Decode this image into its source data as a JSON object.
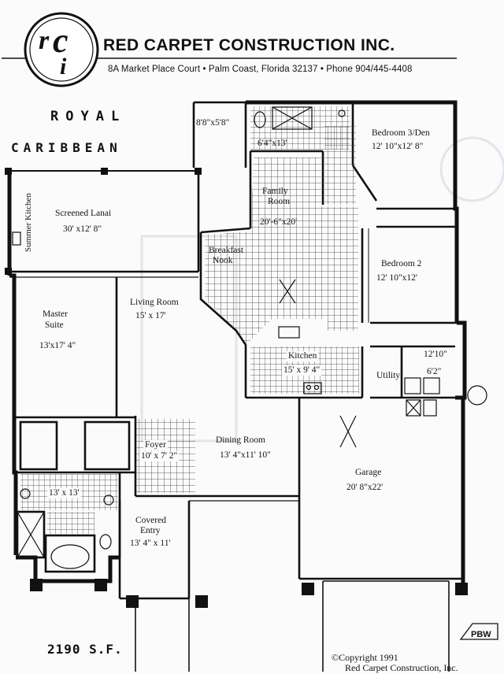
{
  "header": {
    "logo_letters": "rci",
    "company": "RED CARPET CONSTRUCTION INC.",
    "address": "8A Market Place Court • Palm Coast, Florida 32137 • Phone 904/445-4408"
  },
  "model": {
    "line1": "ROYAL",
    "line2": "CARIBBEAN"
  },
  "square_feet": "2190 S.F.",
  "footer": {
    "copyright": "©Copyright 1991",
    "company": "Red Carpet Construction, Inc.",
    "badge": "PBW"
  },
  "rooms": {
    "closet_small": {
      "dims": "8'8\"x5'8\""
    },
    "bath2": {
      "dims": "6'4\"x13'"
    },
    "bedroom3": {
      "name": "Bedroom 3/Den",
      "dims": "12' 10\"x12' 8\""
    },
    "family": {
      "name": "Family",
      "name2": "Room",
      "dims": "20'-6\"x20'"
    },
    "lanai": {
      "name": "Screened Lanai",
      "dims": "30' x12' 8\""
    },
    "summer_kitchen": {
      "name": "Summer Kitchen"
    },
    "breakfast": {
      "name": "Breakfast",
      "name2": "Nook"
    },
    "bedroom2": {
      "name": "Bedroom 2",
      "dims": "12' 10\"x12'"
    },
    "master": {
      "name": "Master",
      "name2": "Suite",
      "dims": "13'x17' 4\""
    },
    "living": {
      "name": "Living Room",
      "dims": "15'  x 17'"
    },
    "kitchen": {
      "name": "Kitchen",
      "dims": "15' x 9' 4\""
    },
    "utility": {
      "name": "Utility"
    },
    "closet_util": {
      "dims1": "12'10\"",
      "dims2": "6'2\""
    },
    "foyer": {
      "name": "Foyer",
      "dims": "10' x 7' 2\""
    },
    "dining": {
      "name": "Dining Room",
      "dims": "13' 4\"x11' 10\""
    },
    "garage": {
      "name": "Garage",
      "dims": "20' 8\"x22'"
    },
    "master_bath": {
      "dims": "13' x 13'"
    },
    "entry": {
      "name": "Covered",
      "name2": "Entry",
      "dims": "13' 4\" x 11'"
    }
  }
}
